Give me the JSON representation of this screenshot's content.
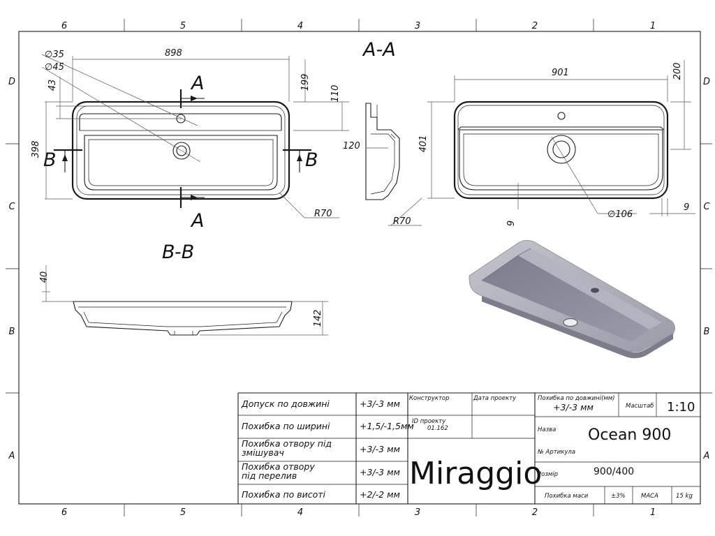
{
  "border": {
    "cols_top": [
      "6",
      "5",
      "4",
      "3",
      "2",
      "1"
    ],
    "cols_bottom": [
      "6",
      "5",
      "4",
      "3",
      "2",
      "1"
    ],
    "rows_left": [
      "D",
      "C",
      "B",
      "A"
    ],
    "rows_right": [
      "D",
      "C",
      "B",
      "A"
    ]
  },
  "sections": {
    "aa_title": "A-A",
    "bb_title": "B-B",
    "cut_a_top": "A",
    "cut_a_bottom": "A",
    "cut_b_left": "B",
    "cut_b_right": "B"
  },
  "dims": {
    "d35": "∅35",
    "d45": "∅45",
    "w898": "898",
    "h199": "199",
    "h110": "110",
    "v43": "43",
    "h398": "398",
    "r70_left": "R70",
    "d120": "120",
    "r70_side": "R70",
    "w901": "901",
    "h200": "200",
    "h401": "401",
    "d106": "∅106",
    "v9_bottom": "9",
    "v9_right": "9",
    "h40": "40",
    "h142": "142"
  },
  "title_block": {
    "tol_rows": [
      {
        "label": "Допуск по довжині",
        "value": "+3/-3 мм"
      },
      {
        "label": "Похибка по ширині",
        "value": "+1,5/-1,5мм"
      },
      {
        "label": "Похибка отвору під змішувач",
        "value": "+3/-3 мм"
      },
      {
        "label": "Похибка отвору під перелив",
        "value": "+3/-3 мм"
      },
      {
        "label": "Похибка по висоті",
        "value": "+2/-2 мм"
      }
    ],
    "constructor_label": "Конструктор",
    "date_label": "Дата проекту",
    "id_label": "ID проекту",
    "id_value": "01.162",
    "brand": "Miraggio",
    "len_tol_label": "Похибка по довжині(мм)",
    "len_tol_value": "+3/-3 мм",
    "scale_label": "Масштаб",
    "scale_value": "1:10",
    "name_label": "Назва",
    "name_value": "Ocean 900",
    "article_label": "№ Артикула",
    "size_label": "Розмір",
    "size_value": "900/400",
    "mass_tol_label": "Похибка маси",
    "mass_tol_value": "±3%",
    "mass_label": "МАСА",
    "mass_value": "15 kg"
  },
  "colors": {
    "ink": "#1a1a1a",
    "render_top": "#a9a9b5",
    "render_inner": "#8a8a99",
    "render_rim": "#b7b7c2"
  }
}
